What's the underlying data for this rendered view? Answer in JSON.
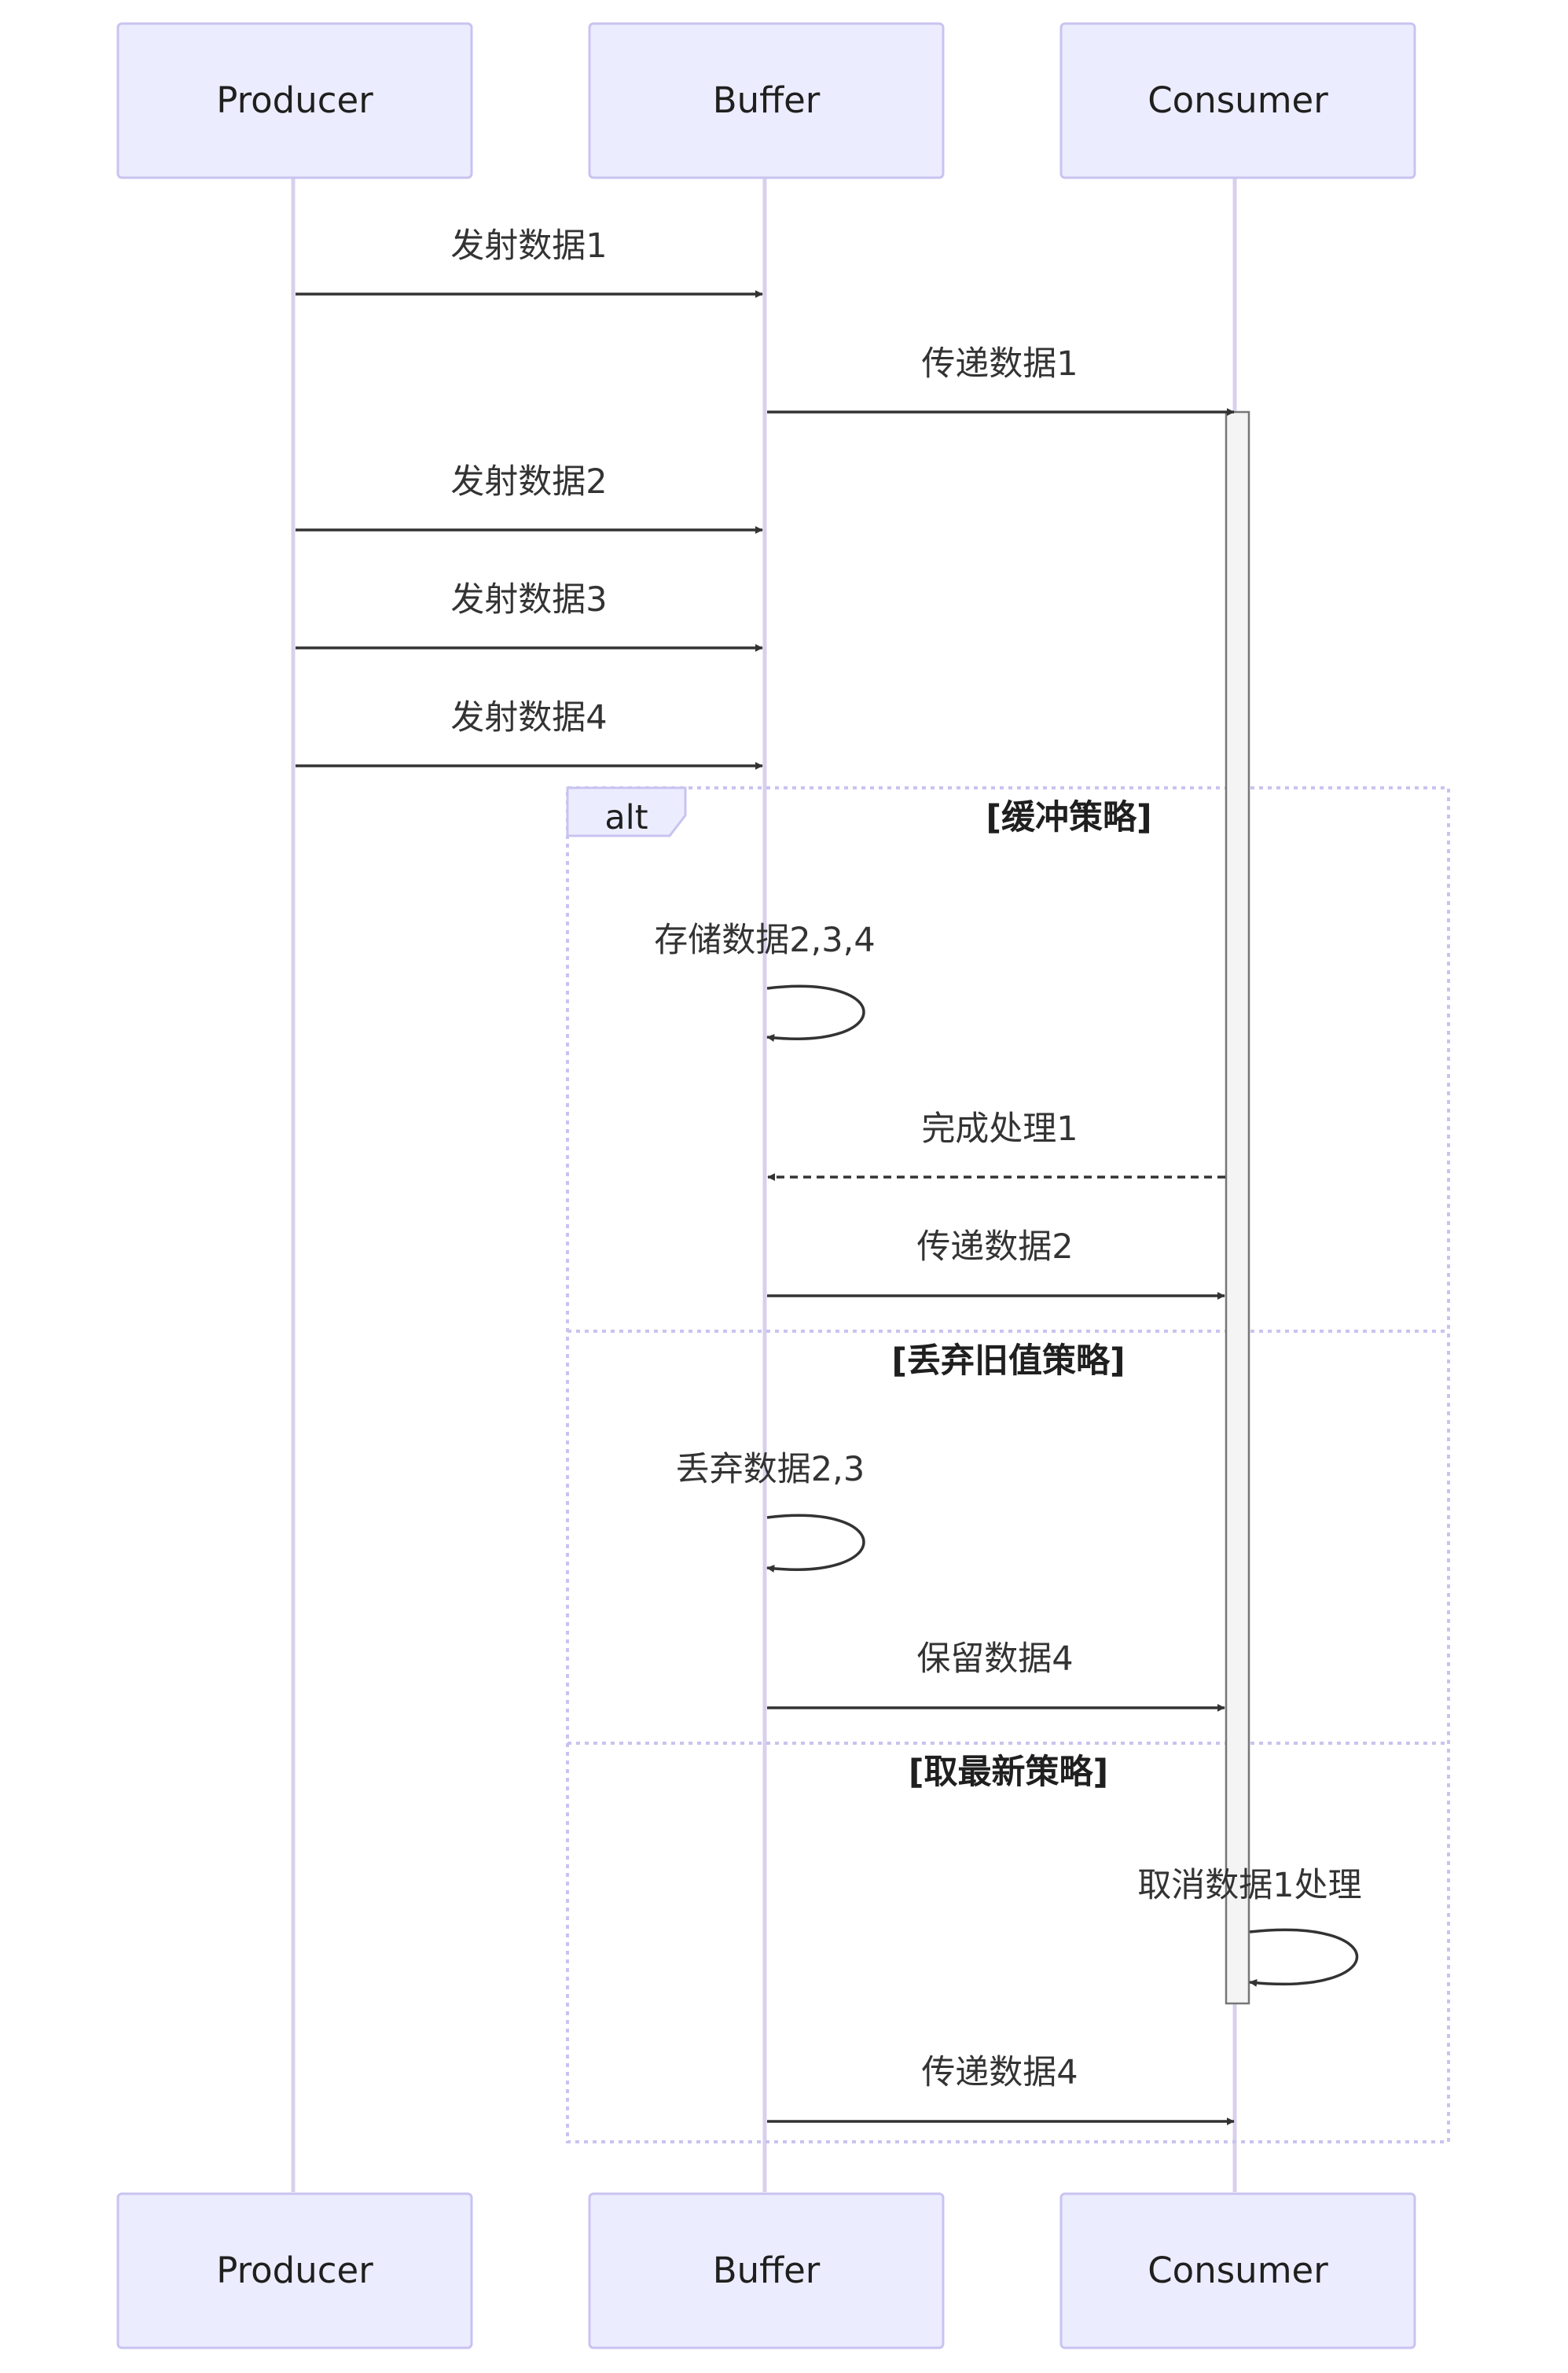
{
  "participants": [
    {
      "id": "producer",
      "label": "Producer"
    },
    {
      "id": "buffer",
      "label": "Buffer"
    },
    {
      "id": "consumer",
      "label": "Consumer"
    }
  ],
  "messages": [
    {
      "label": "发射数据1",
      "from": "producer",
      "to": "buffer",
      "style": "solid"
    },
    {
      "label": "传递数据1",
      "from": "buffer",
      "to": "consumer",
      "style": "solid"
    },
    {
      "label": "发射数据2",
      "from": "producer",
      "to": "buffer",
      "style": "solid"
    },
    {
      "label": "发射数据3",
      "from": "producer",
      "to": "buffer",
      "style": "solid"
    },
    {
      "label": "发射数据4",
      "from": "producer",
      "to": "buffer",
      "style": "solid"
    },
    {
      "label": "存储数据2,3,4",
      "from": "buffer",
      "to": "buffer",
      "style": "solid"
    },
    {
      "label": "完成处理1",
      "from": "consumer",
      "to": "buffer",
      "style": "dashed"
    },
    {
      "label": "传递数据2",
      "from": "buffer",
      "to": "consumer",
      "style": "solid"
    },
    {
      "label": "丢弃数据2,3",
      "from": "buffer",
      "to": "buffer",
      "style": "solid"
    },
    {
      "label": "保留数据4",
      "from": "buffer",
      "to": "consumer",
      "style": "solid"
    },
    {
      "label": "取消数据1处理",
      "from": "consumer",
      "to": "consumer",
      "style": "solid"
    },
    {
      "label": "传递数据4",
      "from": "buffer",
      "to": "consumer",
      "style": "solid"
    }
  ],
  "alt_frame": {
    "keyword": "alt",
    "guards": [
      "[缓冲策略]",
      "[丢弃旧值策略]",
      "[取最新策略]"
    ]
  },
  "colors": {
    "actor_fill": "#ececff",
    "actor_border": "#c9c3f0",
    "lifeline": "#d8d0ec",
    "message": "#333333",
    "activation_fill": "#f4f4f4"
  }
}
